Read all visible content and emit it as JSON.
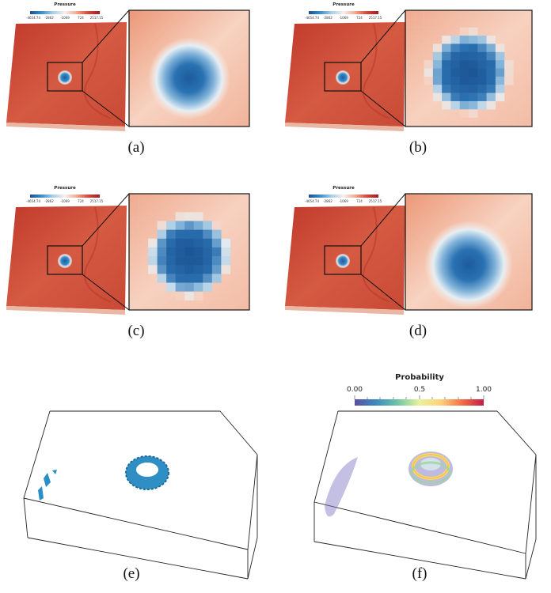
{
  "colorbar": {
    "title": "Pressure",
    "ticks": [
      "-4654.74",
      "-2862",
      "-1069",
      "724",
      "2517.15"
    ]
  },
  "probability_bar": {
    "title": "Probability",
    "ticks": [
      "0.00",
      "0.5",
      "1.00"
    ]
  },
  "captions": {
    "a": "(a)",
    "b": "(b)",
    "c": "(c)",
    "d": "(d)",
    "e": "(e)",
    "f": "(f)"
  },
  "panels": {
    "a": {
      "zoom_style": "smooth"
    },
    "b": {
      "zoom_style": "blocky"
    },
    "c": {
      "zoom_style": "blocky"
    },
    "d": {
      "zoom_style": "smooth"
    }
  },
  "colors": {
    "field_red": "#c8462e",
    "anomaly_blue": "#2b74b3",
    "isosurface_blue": "#2a8fc4"
  }
}
